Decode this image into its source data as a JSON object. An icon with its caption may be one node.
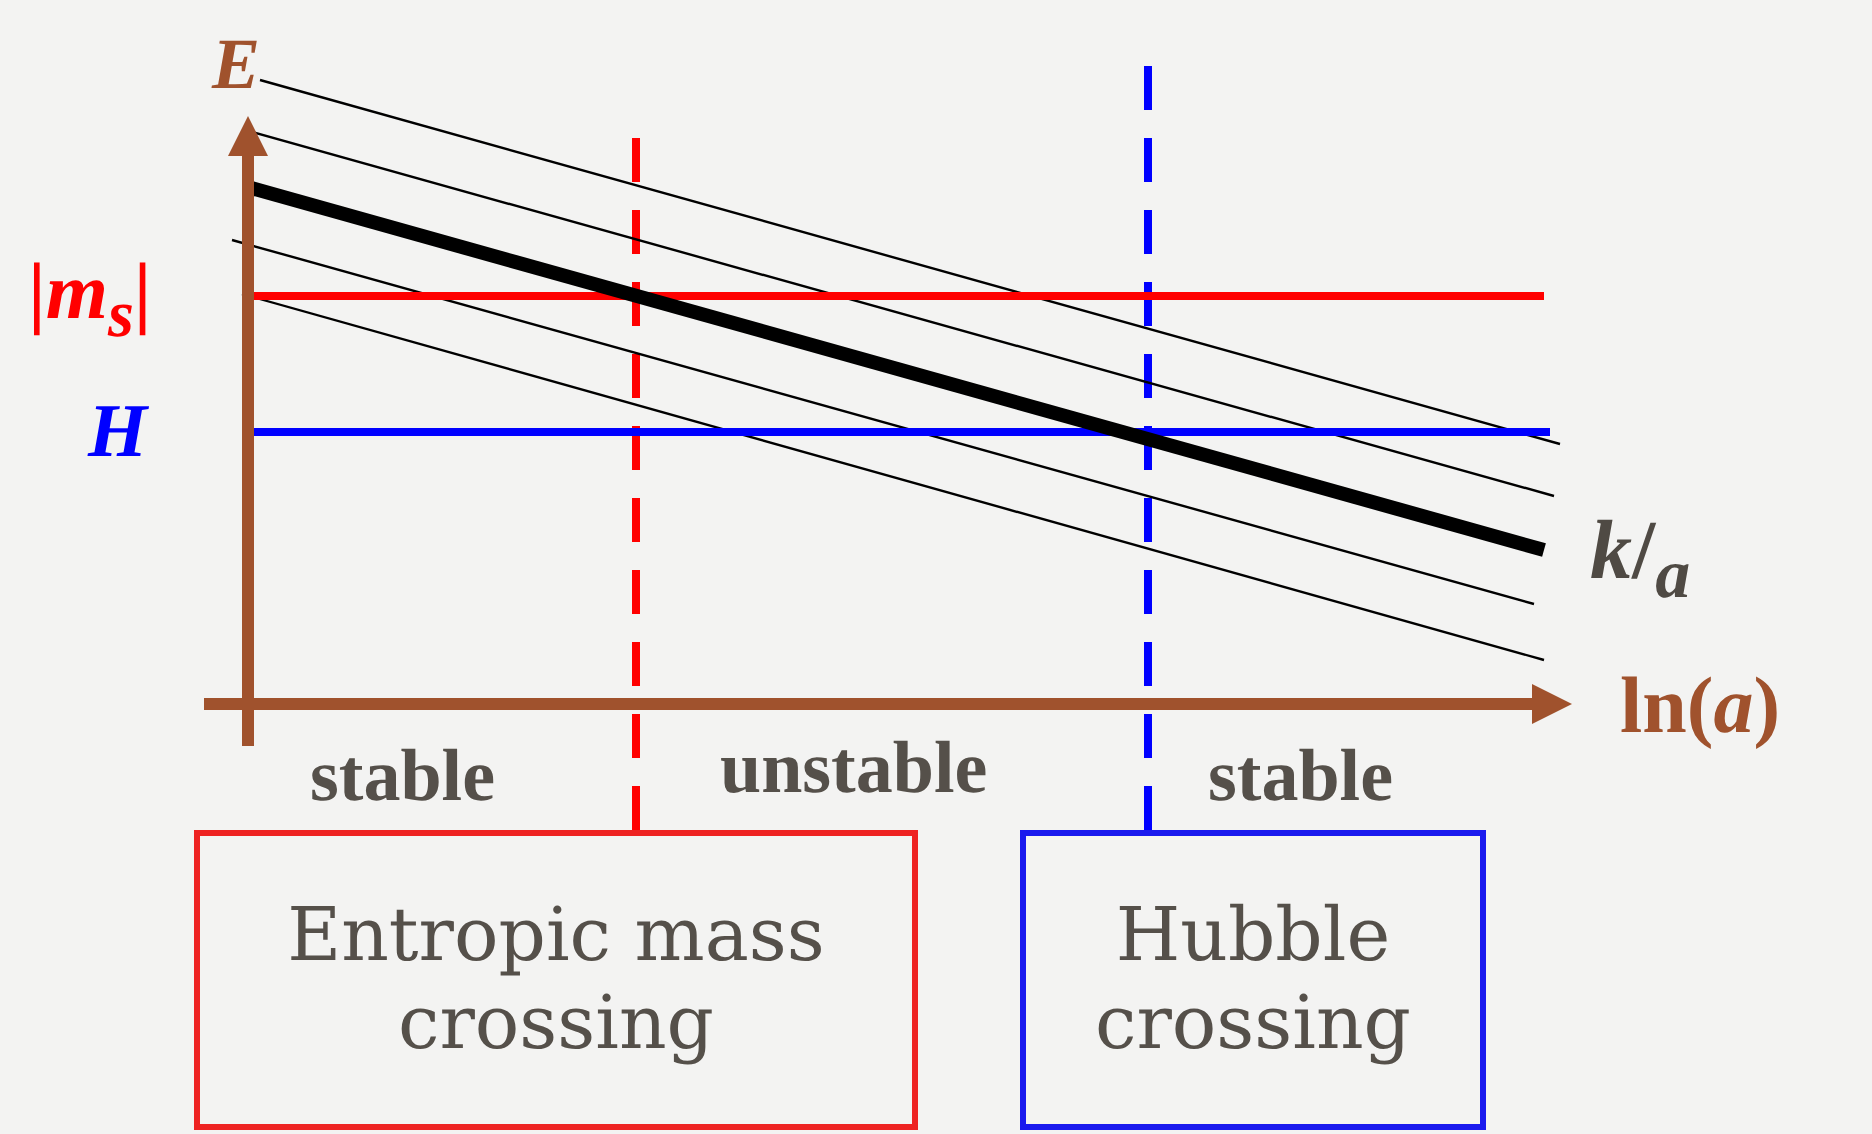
{
  "diagram": {
    "nodes": [
      {
        "text": [
          "Entropic mass crossing"
        ]
      },
      {
        "text": [
          "Hubble crossing"
        ]
      }
    ],
    "edges": [
      {
        "from": 0,
        "to": null,
        "arrow": "none",
        "style": "dashed",
        "color": "#ff0000"
      },
      {
        "from": 1,
        "to": null,
        "arrow": "none",
        "style": "dashed",
        "color": "#0000ff"
      }
    ],
    "labels": [
      "*E*",
      "|*m$_{s}$*|",
      "*H*",
      "*k*/$_{a}$",
      "ln(*a*)",
      "stable",
      "unstable",
      "stable"
    ]
  }
}
